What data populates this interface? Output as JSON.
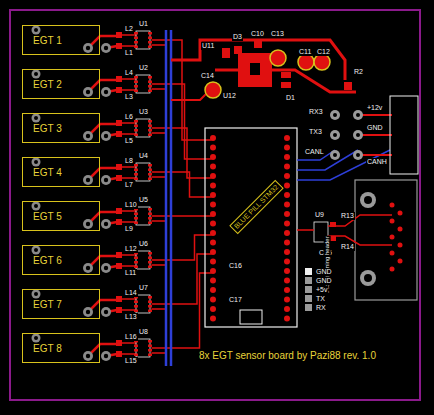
{
  "diagram": {
    "nodes": [
      {
        "text": [
          "EGT 1"
        ]
      },
      {
        "text": [
          "EGT 2"
        ]
      },
      {
        "text": [
          "EGT 3"
        ]
      },
      {
        "text": [
          "EGT 4"
        ]
      },
      {
        "text": [
          "EGT 5"
        ]
      },
      {
        "text": [
          "EGT 6"
        ]
      },
      {
        "text": [
          "EGT 7"
        ]
      },
      {
        "text": [
          "EGT 8"
        ]
      }
    ],
    "labels": [
      "L2",
      "U1",
      "L1",
      "L4",
      "U2",
      "L3",
      "L6",
      "U3",
      "L5",
      "L8",
      "U4",
      "L7",
      "L10",
      "U5",
      "L9",
      "L12",
      "U6",
      "L11",
      "L14",
      "U7",
      "L13",
      "L16",
      "U8",
      "L15",
      "U11",
      "D3",
      "C10",
      "C13",
      "C11",
      "C12",
      "C14",
      "U12",
      "D1",
      "R2",
      "RX3",
      "TX3",
      "CANL",
      "+12v",
      "GND",
      "CANH",
      "R13",
      "U9",
      "R14",
      "C15",
      "C16",
      "C17",
      "BLUE PILL STM32",
      "Programming header",
      "GND",
      "GND",
      "+5v",
      "TX",
      "RX",
      "8x EGT sensor board by Pazi88 rev. 1.0"
    ]
  }
}
